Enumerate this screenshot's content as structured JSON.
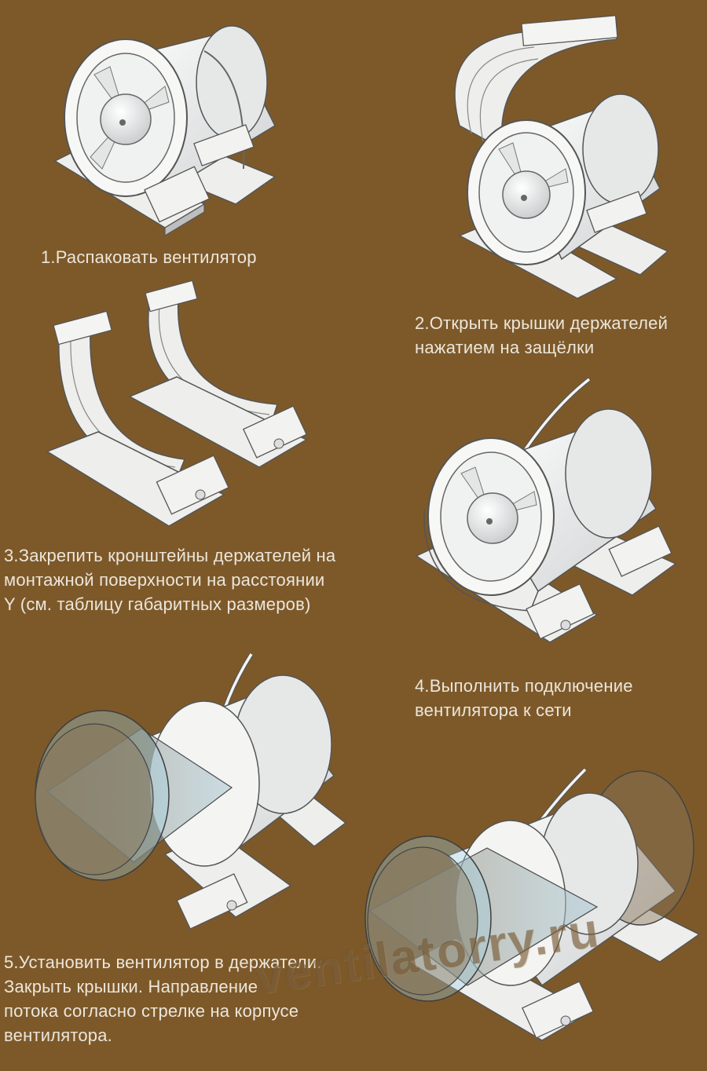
{
  "steps": [
    {
      "number": "1",
      "lines": [
        "1.Распаковать вентилятор"
      ]
    },
    {
      "number": "2",
      "lines": [
        "2.Открыть крышки держателей",
        "нажатием на защёлки"
      ]
    },
    {
      "number": "3",
      "lines": [
        "3.Закрепить кронштейны держателей на",
        "монтажной поверхности на расстоянии",
        "Y (см. таблицу габаритных размеров)"
      ]
    },
    {
      "number": "4",
      "lines": [
        "4.Выполнить подключение",
        "вентилятора к сети"
      ]
    },
    {
      "number": "5",
      "lines": [
        "5.Установить вентилятор в держатели.",
        "Закрыть крышки. Направление",
        "потока согласно стрелке на корпусе",
        "вентилятора."
      ]
    }
  ],
  "watermark": "ventilatorry.ru",
  "colors": {
    "background": "#7d592a",
    "text": "#ece6da",
    "device": "#f4f4f2",
    "device_shade": "#c9cccc",
    "outline": "#4a4a4a",
    "duct_tint": "#9fd0e6"
  },
  "illustrations": [
    "fan-on-holders-icon",
    "fan-holders-open-icon",
    "holder-brackets-icon",
    "fan-wired-icon",
    "fan-in-duct-icon",
    "fan-in-duct-icon"
  ]
}
